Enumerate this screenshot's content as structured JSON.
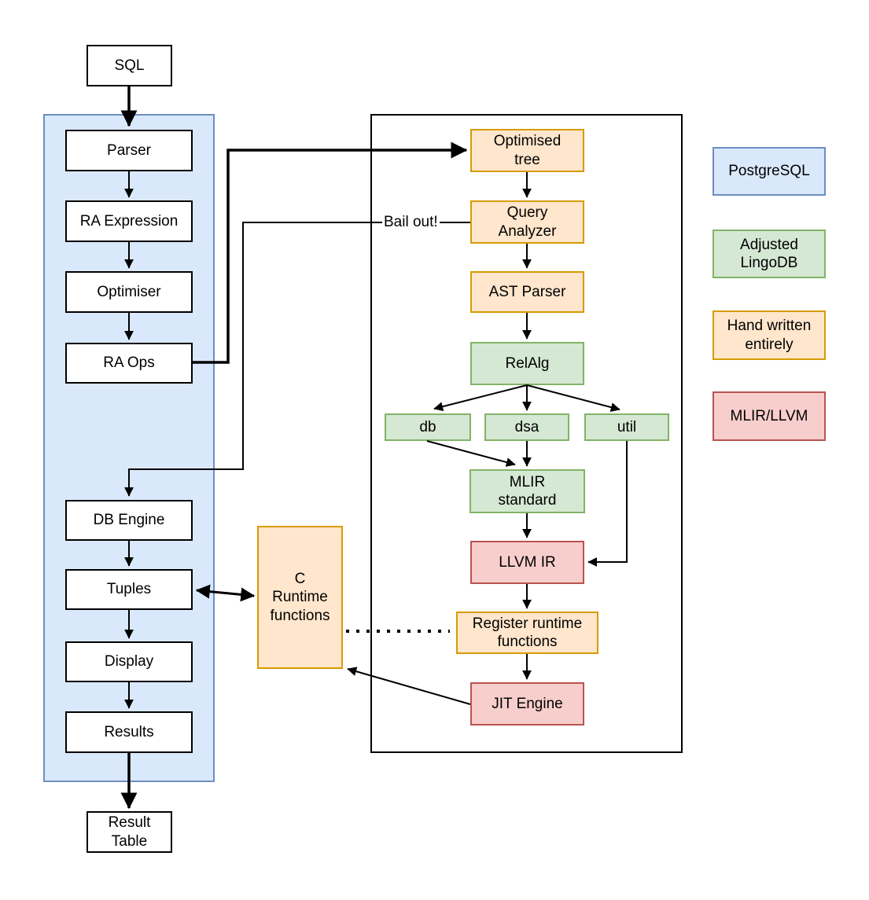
{
  "nodes": {
    "sql": {
      "label": "SQL"
    },
    "parser": {
      "label": "Parser"
    },
    "ra_expression": {
      "label": "RA Expression"
    },
    "optimiser": {
      "label": "Optimiser"
    },
    "ra_ops": {
      "label": "RA Ops"
    },
    "db_engine": {
      "label": "DB Engine"
    },
    "tuples": {
      "label": "Tuples"
    },
    "display": {
      "label": "Display"
    },
    "results": {
      "label": "Results"
    },
    "result_table": {
      "label": "Result\nTable"
    },
    "optimised_tree": {
      "label": "Optimised\ntree"
    },
    "query_analyzer": {
      "label": "Query\nAnalyzer"
    },
    "ast_parser": {
      "label": "AST Parser"
    },
    "relalg": {
      "label": "RelAlg"
    },
    "db": {
      "label": "db"
    },
    "dsa": {
      "label": "dsa"
    },
    "util": {
      "label": "util"
    },
    "mlir_standard": {
      "label": "MLIR\nstandard"
    },
    "llvm_ir": {
      "label": "LLVM IR"
    },
    "register_runtime": {
      "label": "Register runtime\nfunctions"
    },
    "jit_engine": {
      "label": "JIT Engine"
    },
    "c_runtime": {
      "label": "C\nRuntime\nfunctions"
    }
  },
  "annotations": {
    "bail_out": "Bail out!"
  },
  "legend": {
    "items": [
      {
        "label": "PostgreSQL",
        "fill": "#dae8fc",
        "border": "#6c8ebf"
      },
      {
        "label": "Adjusted\nLingoDB",
        "fill": "#d5e8d4",
        "border": "#82b366"
      },
      {
        "label": "Hand written\nentirely",
        "fill": "#ffe6cc",
        "border": "#d79b00"
      },
      {
        "label": "MLIR/LLVM",
        "fill": "#f8cecc",
        "border": "#b85450"
      }
    ]
  },
  "colors": {
    "postgresql_fill": "#dae8fc",
    "postgresql_border": "#6c8ebf",
    "lingodb_fill": "#d5e8d4",
    "lingodb_border": "#82b366",
    "handwritten_fill": "#ffe6cc",
    "handwritten_border": "#d79b00",
    "mlir_llvm_fill": "#f8cecc",
    "mlir_llvm_border": "#b85450",
    "plain_fill": "#ffffff",
    "line": "#000000"
  }
}
